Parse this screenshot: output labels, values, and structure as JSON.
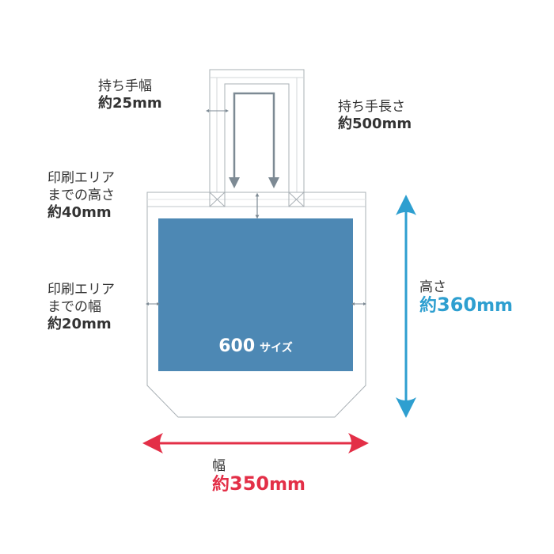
{
  "labels": {
    "handle_width": {
      "title": "持ち手幅",
      "prefix": "約",
      "value": "25",
      "unit": "mm"
    },
    "handle_length": {
      "title": "持ち手長さ",
      "prefix": "約",
      "value": "500",
      "unit": "mm"
    },
    "print_top": {
      "line1": "印刷エリア",
      "line2": "までの高さ",
      "prefix": "約",
      "value": "40",
      "unit": "mm"
    },
    "print_side": {
      "line1": "印刷エリア",
      "line2": "までの幅",
      "prefix": "約",
      "value": "20",
      "unit": "mm"
    },
    "height": {
      "title": "高さ",
      "prefix": "約",
      "value": "360",
      "unit": "mm"
    },
    "width": {
      "title": "幅",
      "prefix": "約",
      "value": "350",
      "unit": "mm"
    }
  },
  "print_area": {
    "number": "600",
    "suffix": "サイズ"
  },
  "colors": {
    "outline": "#9aa3a8",
    "print_area": "#4d88b4",
    "height_arrow": "#2e9fd0",
    "width_arrow": "#e32f47",
    "dim_arrow": "#7d8a94",
    "text": "#333333"
  }
}
